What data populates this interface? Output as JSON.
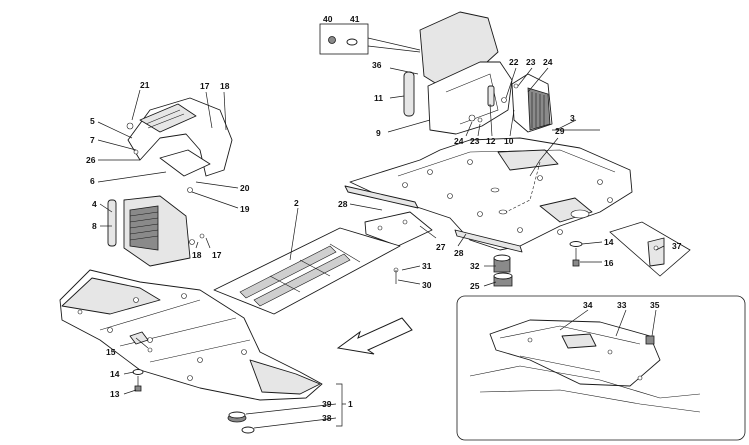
{
  "callouts": {
    "c1": "1",
    "c2": "2",
    "c3": "3",
    "c4": "4",
    "c5": "5",
    "c6": "6",
    "c7": "7",
    "c8": "8",
    "c9": "9",
    "c10": "10",
    "c11": "11",
    "c12": "12",
    "c13": "13",
    "c14a": "14",
    "c14b": "14",
    "c15": "15",
    "c16": "16",
    "c17a": "17",
    "c17b": "17",
    "c18a": "18",
    "c18b": "18",
    "c19": "19",
    "c20": "20",
    "c21": "21",
    "c22": "22",
    "c23a": "23",
    "c23b": "23",
    "c24a": "24",
    "c24b": "24",
    "c25": "25",
    "c26": "26",
    "c27": "27",
    "c28a": "28",
    "c28b": "28",
    "c29": "29",
    "c30": "30",
    "c31": "31",
    "c32": "32",
    "c33": "33",
    "c34": "34",
    "c35": "35",
    "c36": "36",
    "c37": "37",
    "c38": "38",
    "c39": "39",
    "c40": "40",
    "c41": "41"
  },
  "colors": {
    "line": "#1a1a1a",
    "fill": "#ffffff",
    "shade": "#e6e6e6"
  }
}
